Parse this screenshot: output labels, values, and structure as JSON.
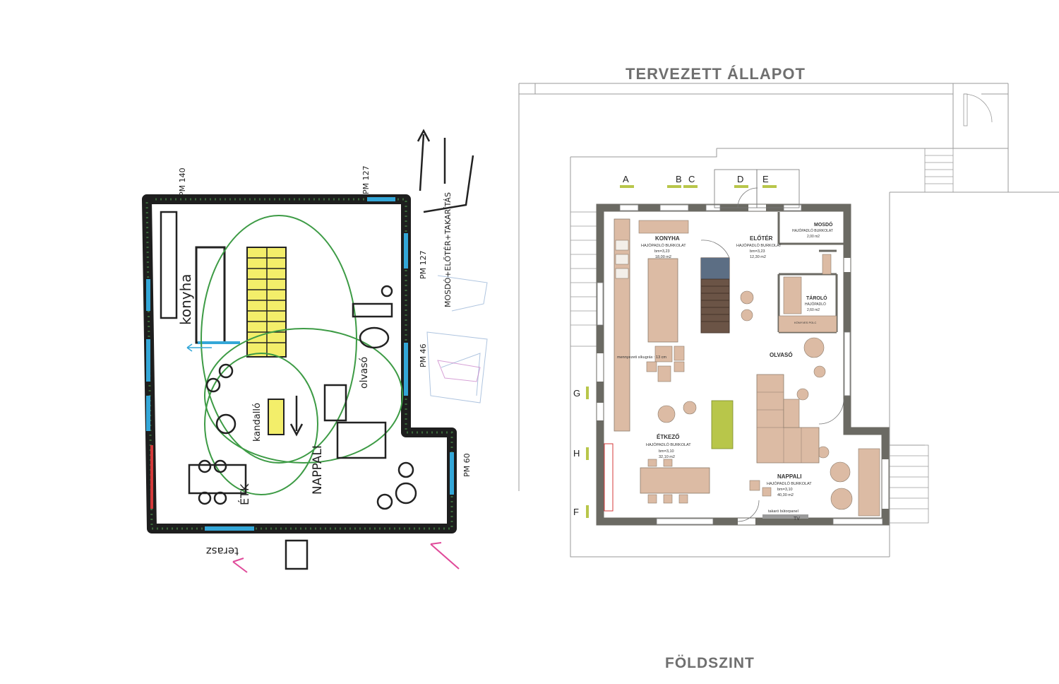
{
  "titles": {
    "top": "TERVEZETT ÁLLAPOT",
    "bottom": "FÖLDSZINT"
  },
  "axis_labels": {
    "A": "A",
    "B": "B",
    "C": "C",
    "D": "D",
    "E": "E",
    "F": "F",
    "G": "G",
    "H": "H"
  },
  "rooms": {
    "konyha": {
      "name": "KONYHA",
      "floor": "HAJÓPADLÓ BURKOLAT",
      "height": "bm=3,23",
      "area": "18,00 m2"
    },
    "eloter": {
      "name": "ELŐTÉR",
      "floor": "HAJÓPADLÓ BURKOLAT",
      "height": "bm=3,23",
      "area": "12,30 m2"
    },
    "mosdo": {
      "name": "MOSDÓ",
      "floor": "HAJÓPADLÓ BURKOLAT",
      "area": "2,00 m2"
    },
    "tarolo": {
      "name": "TÁROLÓ",
      "floor": "HAJÓPADLÓ",
      "area": "2,60 m2"
    },
    "olvaso": {
      "name": "OLVASÓ"
    },
    "etkezo": {
      "name": "ÉTKEZŐ",
      "floor": "HAJÓPADLÓ BURKOLAT",
      "height": "bm=3,10",
      "area": "32,10 m2"
    },
    "nappali": {
      "name": "NAPPALI",
      "floor": "HAJÓPADLÓ BURKOLAT",
      "height": "bm=3,10",
      "area": "40,30 m2"
    }
  },
  "notes": {
    "ceiling": "mennyezeti síkugrás : 13 cm",
    "panel": "takaró bútorpanel",
    "tv": "TV",
    "shelf": "KÖNYVES POLC"
  },
  "sketch": {
    "konyha": "konyha",
    "kandallo": "kandalló",
    "etk": "ÉTK",
    "nappali": "NAPPALI",
    "olvaso": "olvasó",
    "terasz": "terasz",
    "mosdo": "MOSDÓ+ELŐTÉR+TAKARÍTÁS",
    "pm1": "PM 140",
    "pm2": "PM 127",
    "pm3": "PM 127",
    "pm4": "PM 46",
    "pm5": "PM 60"
  },
  "colors": {
    "wall": "#6b6a63",
    "furniture": "#dcbba4",
    "accent_green": "#b8c64a",
    "stair_dark": "#6b5446",
    "sketch_yellow": "#f3ee6a",
    "sketch_blue": "#34a7d8",
    "sketch_green": "#3d9b45"
  }
}
